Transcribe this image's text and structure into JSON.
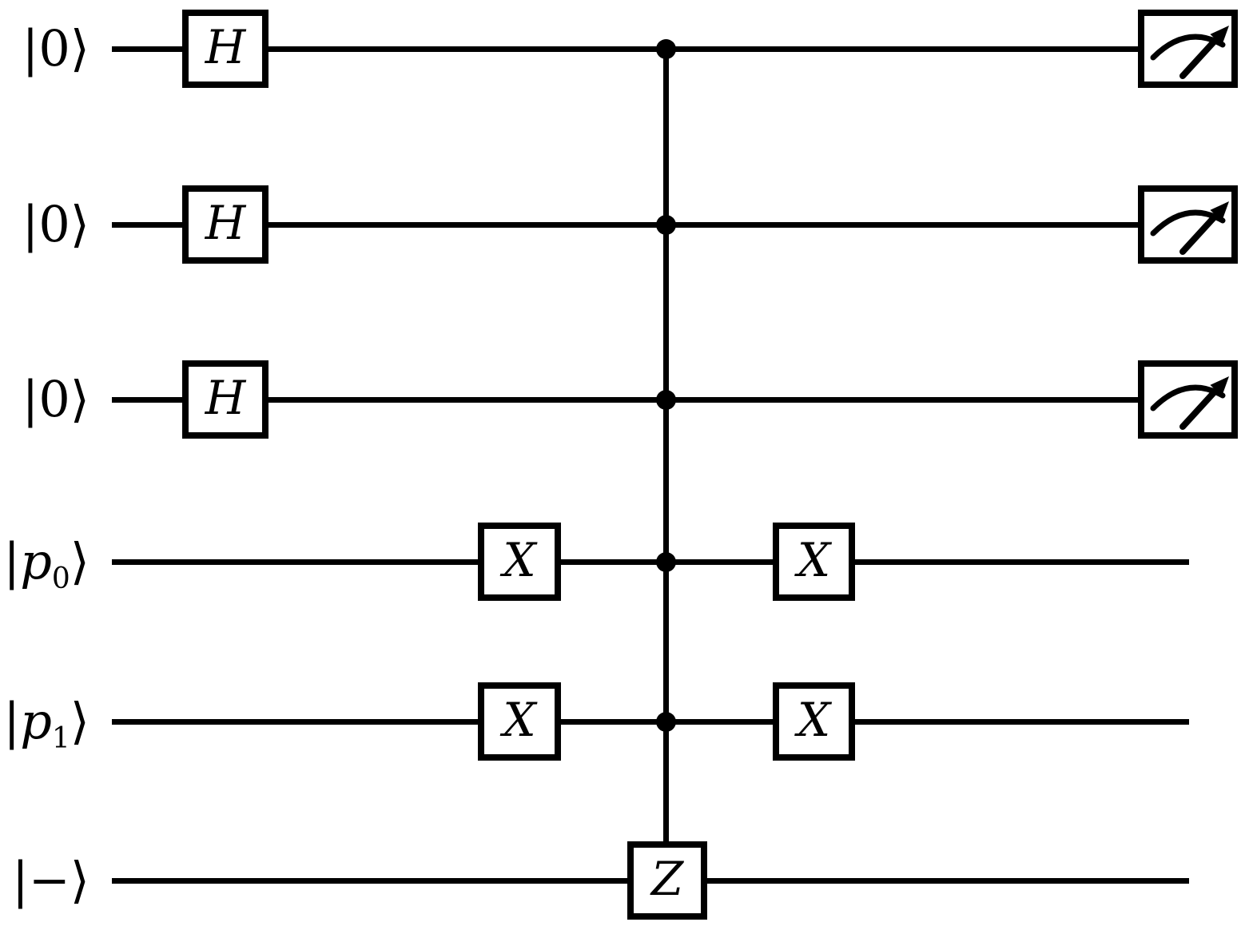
{
  "diagram": {
    "type": "quantum-circuit",
    "colors": {
      "ink": "#000000",
      "background": "#ffffff"
    },
    "wires": [
      {
        "id": "q0",
        "label": {
          "open": "|",
          "symbol": "0",
          "sub": "",
          "close": "⟩"
        },
        "gates": [
          "H"
        ],
        "control": true,
        "measured": true
      },
      {
        "id": "q1",
        "label": {
          "open": "|",
          "symbol": "0",
          "sub": "",
          "close": "⟩"
        },
        "gates": [
          "H"
        ],
        "control": true,
        "measured": true
      },
      {
        "id": "q2",
        "label": {
          "open": "|",
          "symbol": "0",
          "sub": "",
          "close": "⟩"
        },
        "gates": [
          "H"
        ],
        "control": true,
        "measured": true
      },
      {
        "id": "p0",
        "label": {
          "open": "|",
          "symbol": "p",
          "sub": "0",
          "close": "⟩"
        },
        "gates": [
          "X",
          "X"
        ],
        "control": true,
        "measured": false
      },
      {
        "id": "p1",
        "label": {
          "open": "|",
          "symbol": "p",
          "sub": "1",
          "close": "⟩"
        },
        "gates": [
          "X",
          "X"
        ],
        "control": true,
        "measured": false
      },
      {
        "id": "anc",
        "label": {
          "open": "|",
          "symbol": "−",
          "sub": "",
          "close": "⟩"
        },
        "gates": [
          "Z"
        ],
        "control": false,
        "measured": false
      }
    ],
    "structure": {
      "control_wires": [
        0,
        1,
        2,
        3,
        4
      ],
      "target_wire": 5,
      "target_gate": "Z"
    }
  }
}
